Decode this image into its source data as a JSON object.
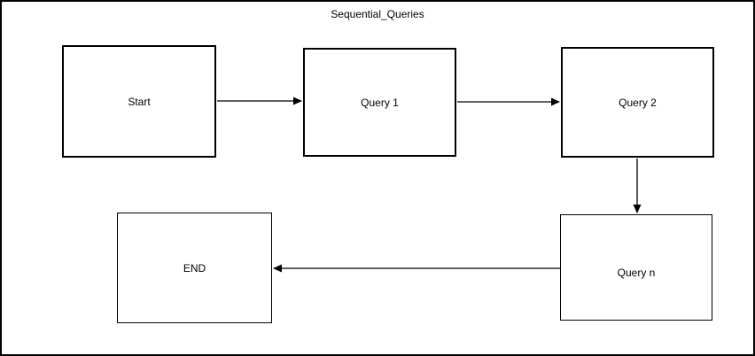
{
  "diagram": {
    "title": "Sequential_Queries",
    "nodes": [
      {
        "id": "start",
        "label": "Start"
      },
      {
        "id": "query1",
        "label": "Query 1"
      },
      {
        "id": "query2",
        "label": "Query 2"
      },
      {
        "id": "queryn",
        "label": "Query n"
      },
      {
        "id": "end",
        "label": "END"
      }
    ],
    "edges": [
      {
        "from": "Start",
        "to": "Query 1",
        "direction": "right"
      },
      {
        "from": "Query 1",
        "to": "Query 2",
        "direction": "right"
      },
      {
        "from": "Query 2",
        "to": "Query n",
        "direction": "down"
      },
      {
        "from": "Query n",
        "to": "END",
        "direction": "left"
      }
    ],
    "colors": {
      "stroke": "#000000",
      "background": "#ffffff",
      "text": "#000000"
    }
  }
}
